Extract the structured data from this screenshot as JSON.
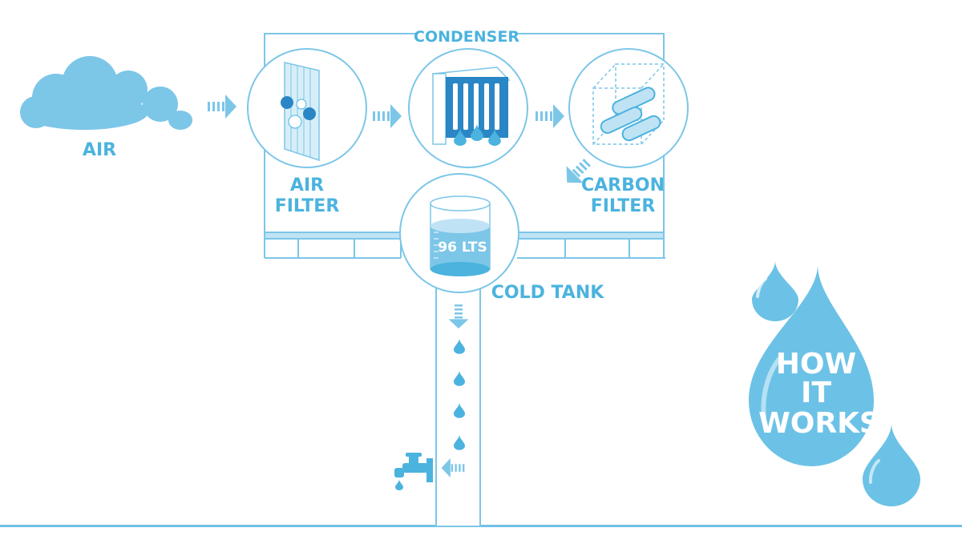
{
  "labels": {
    "air": "AIR",
    "condenser": "CONDENSER",
    "air_filter_line1": "AIR",
    "air_filter_line2": "FILTER",
    "carbon_filter_line1": "CARBON",
    "carbon_filter_line2": "FILTER",
    "cold_tank": "COLD TANK",
    "tank_volume": "96 LTS"
  },
  "title": {
    "line1": "HOW",
    "line2": "IT",
    "line3": "WORKS"
  },
  "icons": {
    "cloud": "cloud-icon",
    "air_filter": "air-filter-icon",
    "condenser": "condenser-icon",
    "carbon_filter": "carbon-filter-icon",
    "tank": "tank-icon",
    "faucet": "faucet-icon",
    "droplet": "droplet-icon"
  },
  "colors": {
    "primary": "#4bb3de",
    "light": "#7cc6e8",
    "dark": "#2a86c4",
    "pale": "#bfe3f4"
  }
}
